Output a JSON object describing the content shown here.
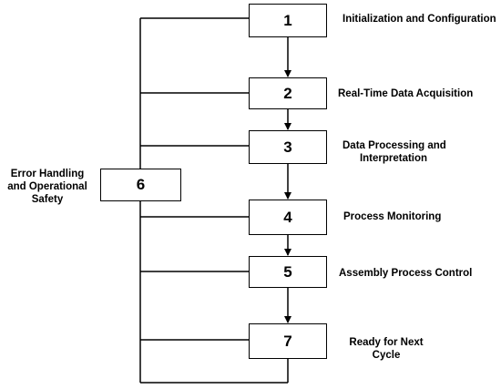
{
  "steps": [
    {
      "num": "1",
      "label": "Initialization and Configuration"
    },
    {
      "num": "2",
      "label": "Real-Time Data Acquisition"
    },
    {
      "num": "3",
      "label_line1": "Data Processing and",
      "label_line2": "Interpretation"
    },
    {
      "num": "4",
      "label": "Process Monitoring"
    },
    {
      "num": "5",
      "label": "Assembly Process Control"
    },
    {
      "num": "7",
      "label_line1": "Ready for Next",
      "label_line2": "Cycle"
    }
  ],
  "safety": {
    "num": "6",
    "label_line1": "Error Handling",
    "label_line2": "and Operational",
    "label_line3": "Safety"
  },
  "colors": {
    "stroke": "#000000",
    "fill": "#ffffff"
  }
}
